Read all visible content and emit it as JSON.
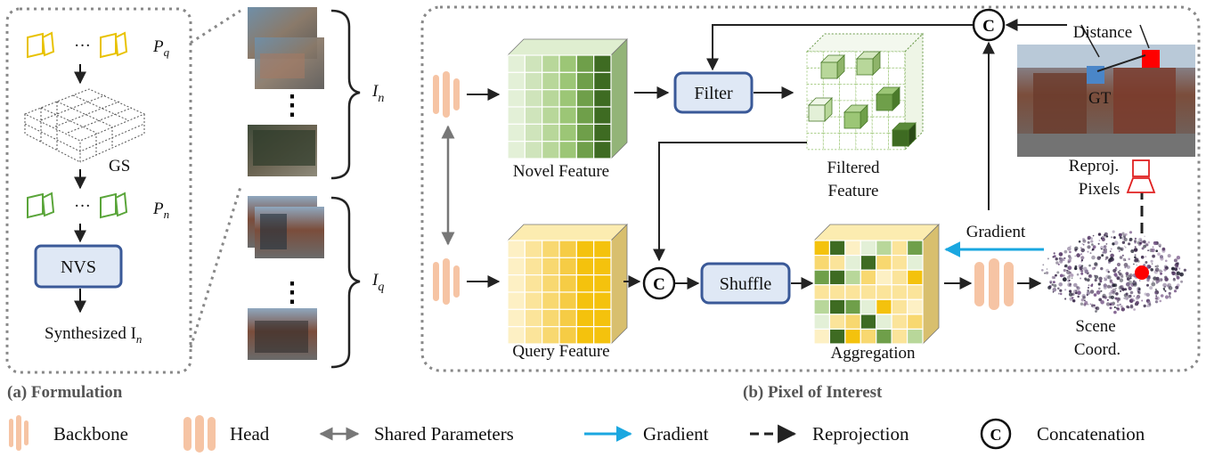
{
  "formulation": {
    "pq_label_main": "P",
    "pq_label_sub": "q",
    "gs_label": "GS",
    "pn_label_main": "P",
    "pn_label_sub": "n",
    "nvs_label": "NVS",
    "synth_label": "Synthesized I",
    "synth_sub": "n",
    "dots": "···",
    "caption": "(a) Formulation"
  },
  "pipeline": {
    "in_label_main": "I",
    "in_label_sub": "n",
    "iq_label_main": "I",
    "iq_label_sub": "q",
    "novel_feature": "Novel Feature",
    "filter": "Filter",
    "filtered_feature_1": "Filtered",
    "filtered_feature_2": "Feature",
    "query_feature": "Query Feature",
    "concat_symbol": "C",
    "shuffle": "Shuffle",
    "aggregation": "Aggregation",
    "gradient": "Gradient",
    "scene_coord_1": "Scene",
    "scene_coord_2": "Coord.",
    "reproj_1": "Reproj.",
    "reproj_2": "Pixels",
    "distance": "Distance",
    "gt": "GT",
    "vdots": "⋮",
    "caption": "(b) Pixel of Interest"
  },
  "legend": {
    "backbone": "Backbone",
    "head": "Head",
    "shared": "Shared Parameters",
    "gradient": "Gradient",
    "reprojection": "Reprojection",
    "concat_symbol": "C",
    "concatenation": "Concatenation"
  },
  "colors": {
    "gradient_arrow": "#1aa7e0",
    "box_border": "#3a5998",
    "box_fill": "#dfe8f5",
    "head_fill": "#f6c4a4",
    "yellow": "#f4c20d",
    "green_dark": "#3e6b22",
    "green_light": "#b8d79a",
    "red": "#ff0000",
    "gt_blue": "#4a86c8"
  }
}
